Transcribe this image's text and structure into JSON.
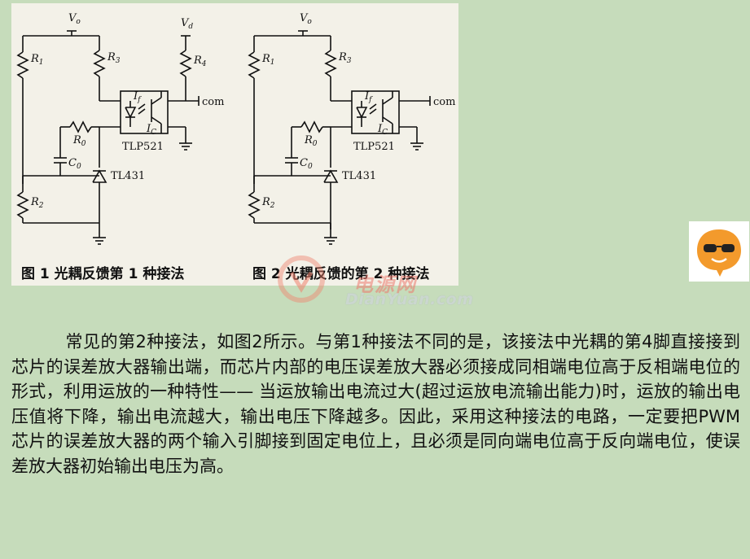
{
  "figure": {
    "fig1_caption": "图 1   光耦反馈第 1 种接法",
    "fig2_caption": "图 2   光耦反馈的第 2 种接法",
    "labels": {
      "vo": "V",
      "vo_sub": "o",
      "vd": "V",
      "vd_sub": "d",
      "r1": "R",
      "r1_sub": "1",
      "r2": "R",
      "r2_sub": "2",
      "r3": "R",
      "r3_sub": "3",
      "r4": "R",
      "r4_sub": "4",
      "r0": "R",
      "r0_sub": "0",
      "c0": "C",
      "c0_sub": "0",
      "if": "I",
      "if_sub": "f",
      "ic": "I",
      "ic_sub": "C",
      "com": "com",
      "opto": "TLP521",
      "ref": "TL431"
    }
  },
  "watermark": {
    "site_cn": "电源网",
    "site_en": "DianYuan.com"
  },
  "badge": {
    "icon": "sunglasses-face-icon",
    "color": "#f39a2c"
  },
  "article": {
    "paragraph": "常见的第2种接法，如图2所示。与第1种接法不同的是，该接法中光耦的第4脚直接接到芯片的误差放大器输出端，而芯片内部的电压误差放大器必须接成同相端电位高于反相端电位的形式，利用运放的一种特性—— 当运放输出电流过大(超过运放电流输出能力)时，运放的输出电压值将下降，输出电流越大，输出电压下降越多。因此，采用这种接法的电路，一定要把PWM 芯片的误差放大器的两个输入引脚接到固定电位上，且必须是同向端电位高于反向端电位，使误差放大器初始输出电压为高。"
  }
}
